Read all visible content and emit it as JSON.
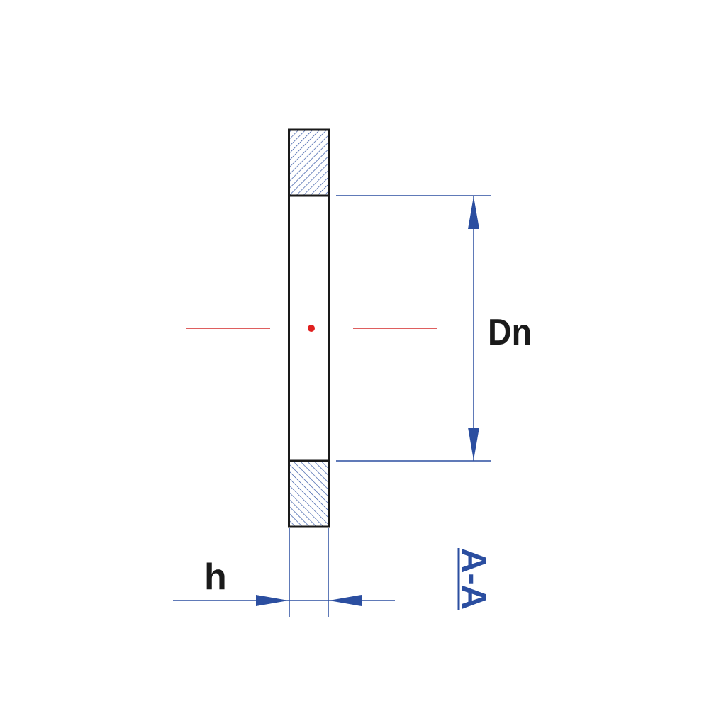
{
  "labels": {
    "diameter": "Dn",
    "height": "h",
    "section": "A-A"
  },
  "colors": {
    "outline": "#1a1a1a",
    "dimension": "#2b4ea0",
    "centerline": "#d42a2a",
    "text": "#1a1a1a"
  }
}
